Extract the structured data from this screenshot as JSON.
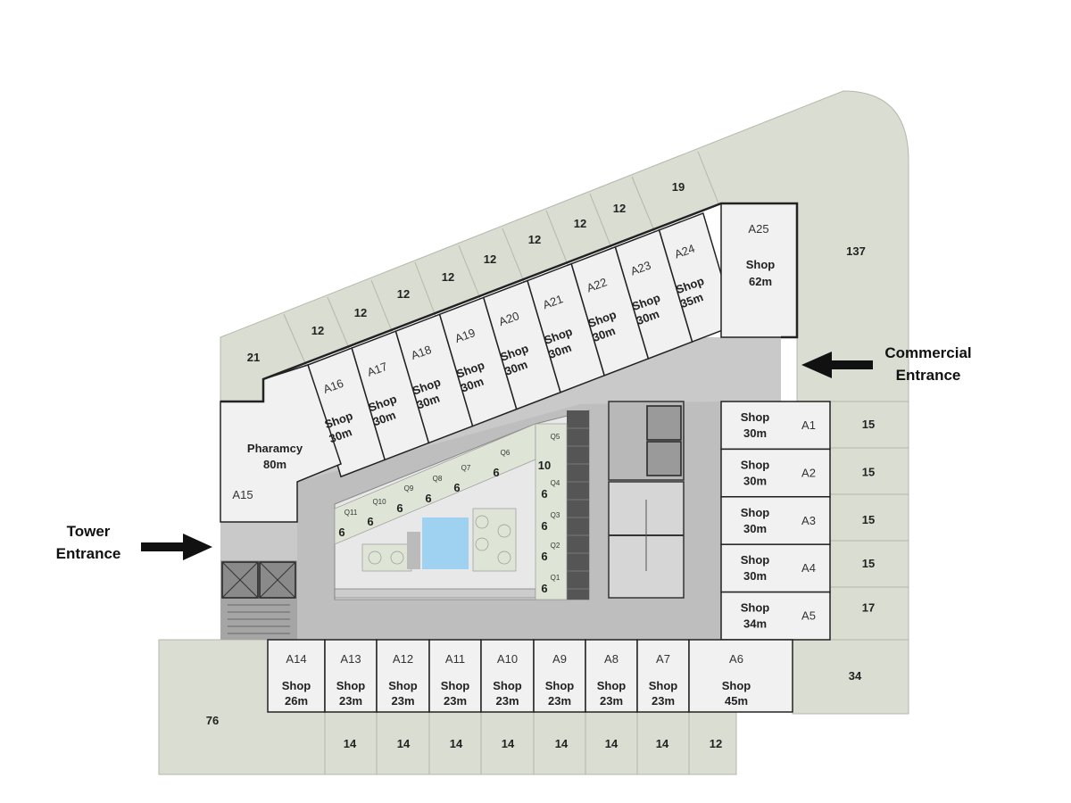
{
  "entrances": {
    "tower": [
      "Tower",
      "Entrance"
    ],
    "commercial": [
      "Commercial",
      "Entrance"
    ]
  },
  "pharmacy": {
    "name": "Pharamcy",
    "size": "80m",
    "code": "A15"
  },
  "shops_diag": [
    {
      "code": "A16",
      "name": "Shop",
      "size": "30m"
    },
    {
      "code": "A17",
      "name": "Shop",
      "size": "30m"
    },
    {
      "code": "A18",
      "name": "Shop",
      "size": "30m"
    },
    {
      "code": "A19",
      "name": "Shop",
      "size": "30m"
    },
    {
      "code": "A20",
      "name": "Shop",
      "size": "30m"
    },
    {
      "code": "A21",
      "name": "Shop",
      "size": "30m"
    },
    {
      "code": "A22",
      "name": "Shop",
      "size": "30m"
    },
    {
      "code": "A23",
      "name": "Shop",
      "size": "30m"
    },
    {
      "code": "A24",
      "name": "Shop",
      "size": "35m"
    }
  ],
  "shop_a25": {
    "code": "A25",
    "name": "Shop",
    "size": "62m"
  },
  "shops_right": [
    {
      "code": "A1",
      "name": "Shop",
      "size": "30m"
    },
    {
      "code": "A2",
      "name": "Shop",
      "size": "30m"
    },
    {
      "code": "A3",
      "name": "Shop",
      "size": "30m"
    },
    {
      "code": "A4",
      "name": "Shop",
      "size": "30m"
    },
    {
      "code": "A5",
      "name": "Shop",
      "size": "34m"
    }
  ],
  "shops_bottom": [
    {
      "code": "A14",
      "name": "Shop",
      "size": "26m"
    },
    {
      "code": "A13",
      "name": "Shop",
      "size": "23m"
    },
    {
      "code": "A12",
      "name": "Shop",
      "size": "23m"
    },
    {
      "code": "A11",
      "name": "Shop",
      "size": "23m"
    },
    {
      "code": "A10",
      "name": "Shop",
      "size": "23m"
    },
    {
      "code": "A9",
      "name": "Shop",
      "size": "23m"
    },
    {
      "code": "A8",
      "name": "Shop",
      "size": "23m"
    },
    {
      "code": "A7",
      "name": "Shop",
      "size": "23m"
    },
    {
      "code": "A6",
      "name": "Shop",
      "size": "45m"
    }
  ],
  "parking_top": [
    "21",
    "12",
    "12",
    "12",
    "12",
    "12",
    "12",
    "12",
    "12",
    "19"
  ],
  "parking_137": "137",
  "parking_right": [
    "15",
    "15",
    "15",
    "15",
    "17"
  ],
  "parking_34": "34",
  "parking_76": "76",
  "parking_bottom": [
    "14",
    "14",
    "14",
    "14",
    "14",
    "14",
    "14",
    "12"
  ],
  "kiosks_diag": [
    {
      "code": "Q11",
      "size": "6"
    },
    {
      "code": "Q10",
      "size": "6"
    },
    {
      "code": "Q9",
      "size": "6"
    },
    {
      "code": "Q8",
      "size": "6"
    },
    {
      "code": "Q7",
      "size": "6"
    },
    {
      "code": "Q6",
      "size": "6"
    }
  ],
  "kiosks_col": [
    {
      "code": "Q5",
      "size": "10"
    },
    {
      "code": "Q4",
      "size": "6"
    },
    {
      "code": "Q3",
      "size": "6"
    },
    {
      "code": "Q2",
      "size": "6"
    },
    {
      "code": "Q1",
      "size": "6"
    }
  ]
}
